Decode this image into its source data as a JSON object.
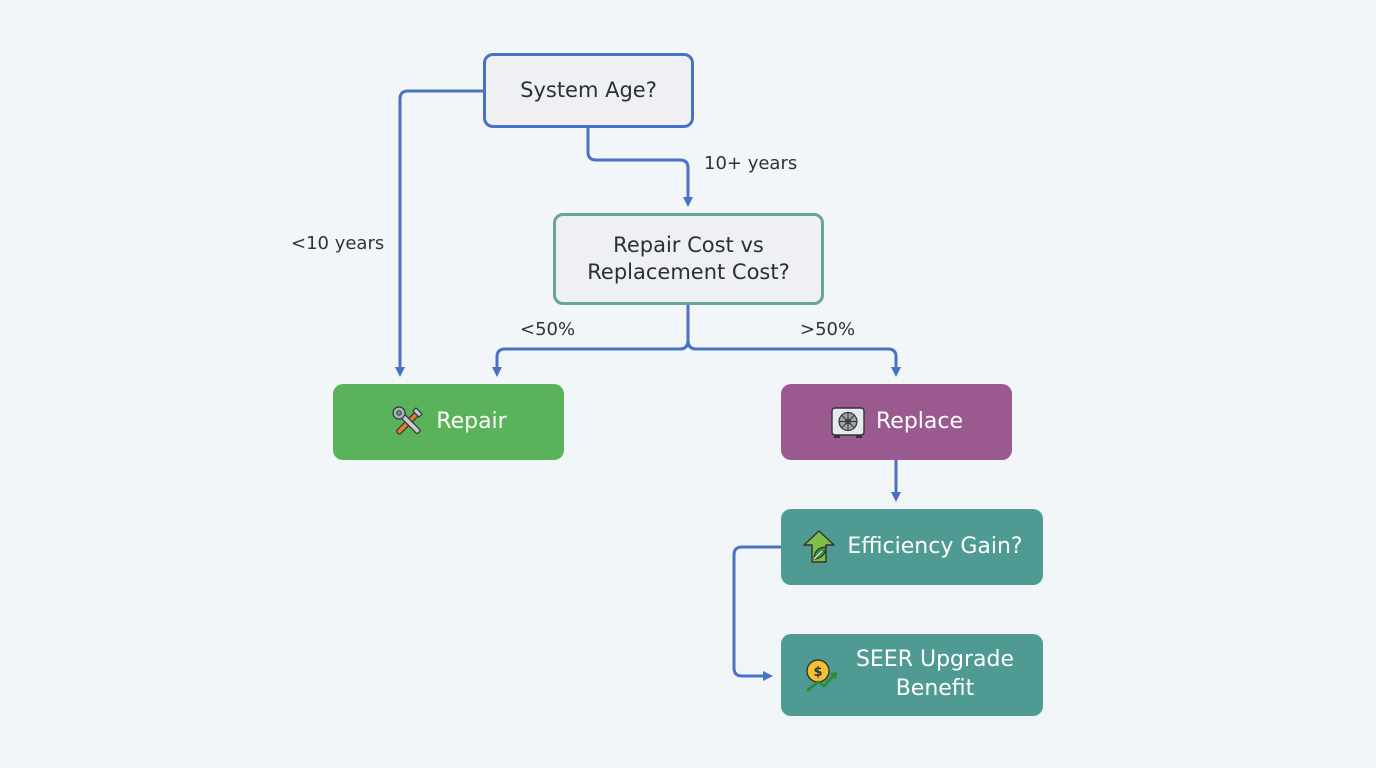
{
  "colors": {
    "connector": "#4a72c4",
    "question_border_blue": "#4a72c4",
    "question_border_teal": "#6aa397",
    "repair": "#5ab35a",
    "replace": "#9b5a8f",
    "efficiency": "#4f9a92",
    "seer": "#4f9a92"
  },
  "nodes": {
    "system_age": {
      "label": "System Age?"
    },
    "cost_compare": {
      "label": "Repair Cost vs Replacement Cost?"
    },
    "repair": {
      "label": "Repair",
      "icon": "tools-icon"
    },
    "replace": {
      "label": "Replace",
      "icon": "ac-unit-icon"
    },
    "efficiency": {
      "label": "Efficiency Gain?",
      "icon": "leaf-arrow-up-icon"
    },
    "seer": {
      "label": "SEER Upgrade Benefit",
      "icon": "coin-growth-icon"
    }
  },
  "edges": {
    "lt10": "<10 years",
    "ten_plus": "10+ years",
    "lt50": "<50%",
    "gt50": ">50%"
  }
}
